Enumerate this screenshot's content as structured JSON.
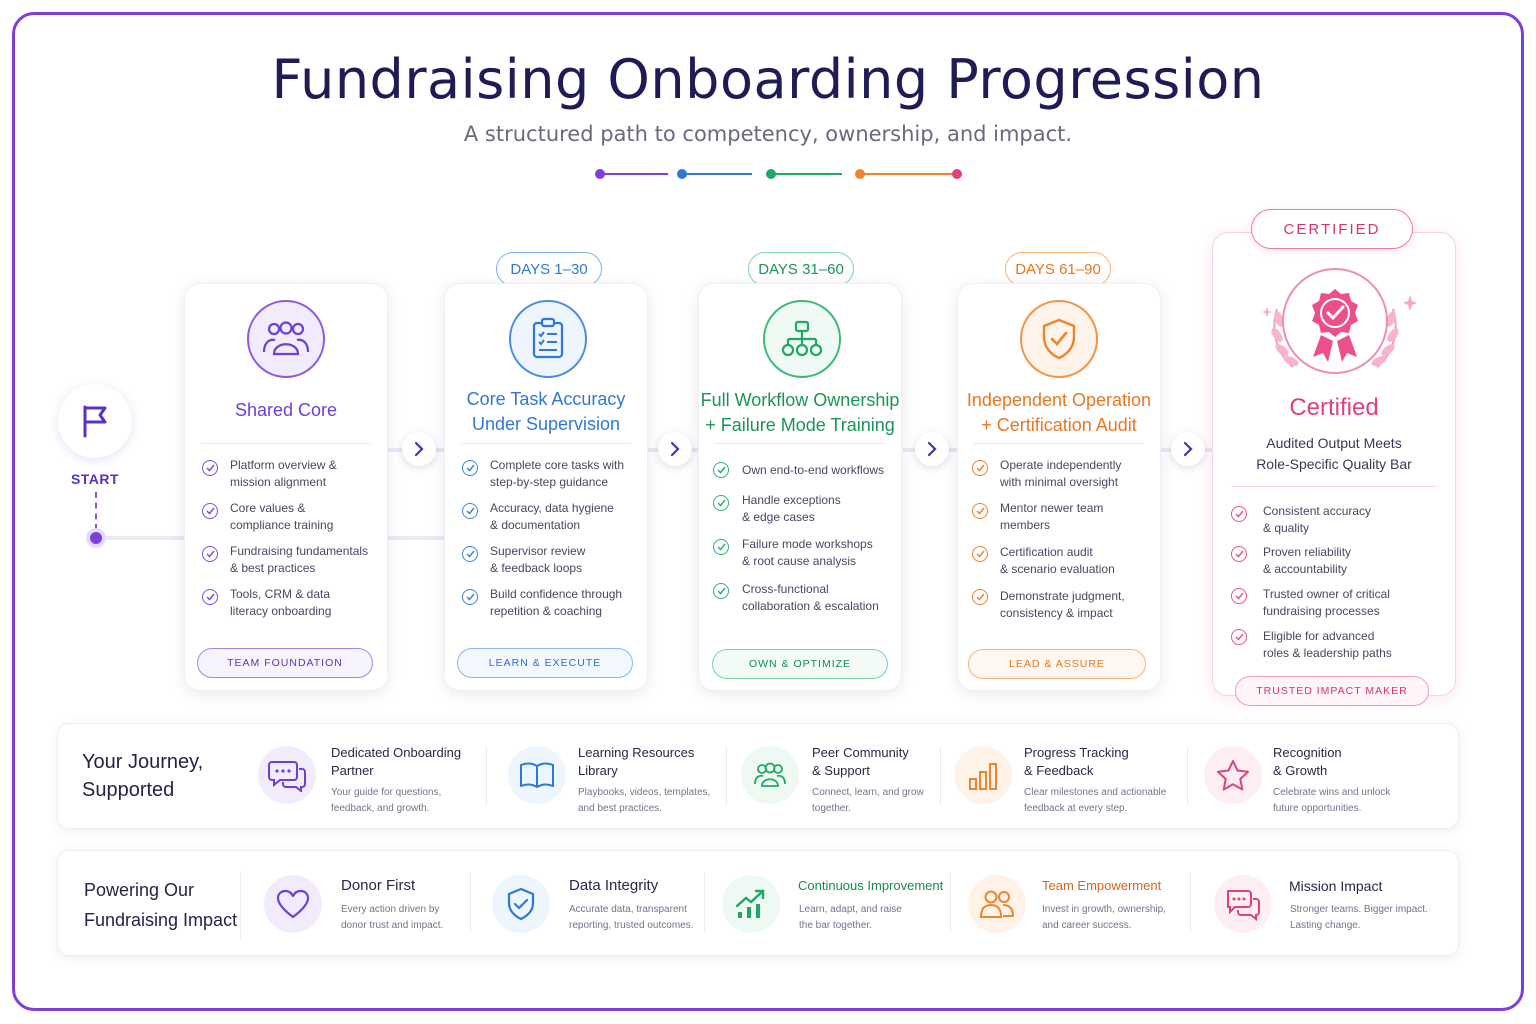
{
  "header": {
    "title": "Fundraising Onboarding Progression",
    "subtitle": "A structured path to competency, ownership, and impact."
  },
  "colors": {
    "purple": "#6d3fd6",
    "blue": "#2f78d8",
    "green": "#1fa865",
    "orange": "#f0832b",
    "pink": "#e0407e"
  },
  "start": {
    "label": "START"
  },
  "stages": [
    {
      "title_line1": "Shared Core",
      "title_line2": "",
      "items": [
        [
          "Platform overview &",
          "mission alignment"
        ],
        [
          "Core values &",
          "compliance training"
        ],
        [
          "Fundraising fundamentals",
          "& best practices"
        ],
        [
          "Tools, CRM & data",
          "literacy onboarding"
        ]
      ],
      "badge": "TEAM FOUNDATION",
      "icon": "team-icon"
    },
    {
      "days": "DAYS 1–30",
      "title_line1": "Core Task Accuracy",
      "title_line2": "Under Supervision",
      "items": [
        [
          "Complete core tasks with",
          "step-by-step guidance"
        ],
        [
          "Accuracy, data hygiene",
          "& documentation"
        ],
        [
          "Supervisor review",
          "& feedback loops"
        ],
        [
          "Build confidence through",
          "repetition & coaching"
        ]
      ],
      "badge": "LEARN & EXECUTE",
      "icon": "clipboard-checklist-icon"
    },
    {
      "days": "DAYS 31–60",
      "title_line1": "Full Workflow Ownership",
      "title_line2": "+ Failure Mode Training",
      "items": [
        [
          "Own end-to-end workflows",
          ""
        ],
        [
          "Handle exceptions",
          "& edge cases"
        ],
        [
          "Failure mode workshops",
          "& root cause analysis"
        ],
        [
          "Cross-functional",
          "collaboration & escalation"
        ]
      ],
      "badge": "OWN & OPTIMIZE",
      "icon": "workflow-icon"
    },
    {
      "days": "DAYS 61–90",
      "title_line1": "Independent Operation",
      "title_line2": "+ Certification Audit",
      "items": [
        [
          "Operate independently",
          "with minimal oversight"
        ],
        [
          "Mentor newer team",
          "members"
        ],
        [
          "Certification audit",
          "& scenario evaluation"
        ],
        [
          "Demonstrate judgment,",
          "consistency & impact"
        ]
      ],
      "badge": "LEAD & ASSURE",
      "icon": "shield-check-icon"
    }
  ],
  "certified": {
    "pill": "CERTIFIED",
    "title": "Certified",
    "desc_line1": "Audited Output Meets",
    "desc_line2": "Role-Specific Quality Bar",
    "items": [
      [
        "Consistent accuracy",
        "& quality"
      ],
      [
        "Proven reliability",
        "& accountability"
      ],
      [
        "Trusted owner of critical",
        "fundraising processes"
      ],
      [
        "Eligible for advanced",
        "roles & leadership paths"
      ]
    ],
    "badge": "TRUSTED IMPACT MAKER",
    "icon": "award-ribbon-icon"
  },
  "journey": {
    "title_line1": "Your Journey,",
    "title_line2": "Supported",
    "items": [
      {
        "head1": "Dedicated Onboarding",
        "head2": "Partner",
        "desc1": "Your guide for questions,",
        "desc2": "feedback, and growth.",
        "icon": "chat-bubbles-icon"
      },
      {
        "head1": "Learning Resources",
        "head2": "Library",
        "desc1": "Playbooks, videos, templates,",
        "desc2": "and best practices.",
        "icon": "open-book-icon"
      },
      {
        "head1": "Peer Community",
        "head2": "& Support",
        "desc1": "Connect, learn, and grow",
        "desc2": "together.",
        "icon": "community-icon"
      },
      {
        "head1": "Progress Tracking",
        "head2": "& Feedback",
        "desc1": "Clear milestones and actionable",
        "desc2": "feedback at every step.",
        "icon": "bar-chart-icon"
      },
      {
        "head1": "Recognition",
        "head2": "& Growth",
        "desc1": "Celebrate wins and unlock",
        "desc2": "future opportunities.",
        "icon": "star-icon"
      }
    ]
  },
  "impact": {
    "title_line1": "Powering Our",
    "title_line2": "Fundraising Impact",
    "items": [
      {
        "head": "Donor First",
        "desc1": "Every action driven by",
        "desc2": "donor trust and impact.",
        "icon": "heart-icon"
      },
      {
        "head": "Data Integrity",
        "desc1": "Accurate data, transparent",
        "desc2": "reporting, trusted outcomes.",
        "icon": "shield-check-icon"
      },
      {
        "head": "Continuous Improvement",
        "desc1": "Learn, adapt, and raise",
        "desc2": "the bar together.",
        "icon": "growth-chart-icon"
      },
      {
        "head": "Team Empowerment",
        "desc1": "Invest in growth, ownership,",
        "desc2": "and career success.",
        "icon": "people-icon"
      },
      {
        "head": "Mission Impact",
        "desc1": "Stronger teams. Bigger impact.",
        "desc2": "Lasting change.",
        "icon": "chat-heart-icon"
      }
    ]
  }
}
